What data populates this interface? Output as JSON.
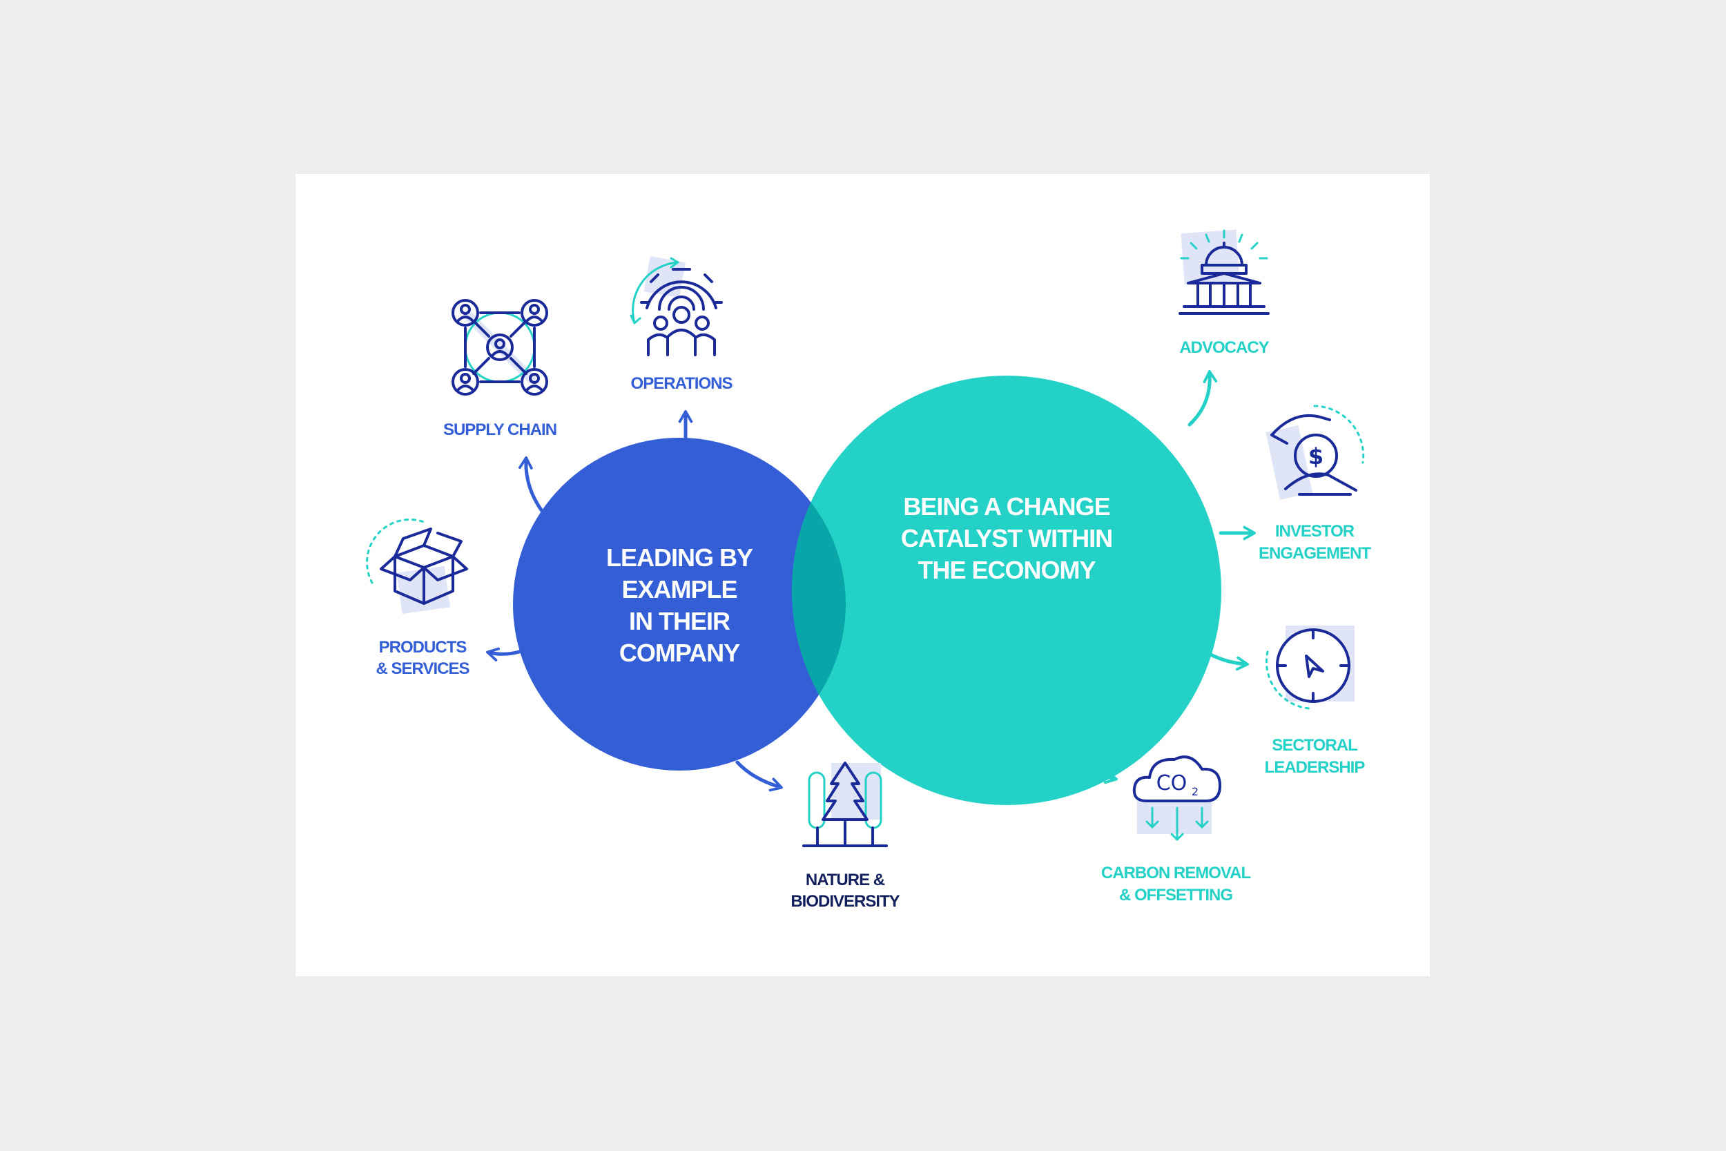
{
  "colors": {
    "background": "#efefef",
    "card": "#ffffff",
    "blue": "#335ed6",
    "teal": "#23d1c6",
    "overlap": "#0aa5a8",
    "navy": "#1a2a99",
    "text_dark": "#12205e",
    "shadow": "#dfe4f6"
  },
  "circles": {
    "left": {
      "lines": [
        "LEADING BY",
        "EXAMPLE",
        "IN THEIR",
        "COMPANY"
      ]
    },
    "right": {
      "lines": [
        "BEING A CHANGE",
        "CATALYST WITHIN",
        "THE ECONOMY"
      ]
    }
  },
  "nodes": {
    "supply_chain": {
      "lines": [
        "SUPPLY CHAIN"
      ],
      "icon": "network-people-icon"
    },
    "operations": {
      "lines": [
        "OPERATIONS"
      ],
      "icon": "gear-team-icon"
    },
    "products": {
      "lines": [
        "PRODUCTS",
        "& SERVICES"
      ],
      "icon": "open-box-icon"
    },
    "nature": {
      "lines": [
        "NATURE &",
        "BIODIVERSITY"
      ],
      "icon": "trees-icon"
    },
    "advocacy": {
      "lines": [
        "ADVOCACY"
      ],
      "icon": "capitol-building-icon"
    },
    "investor": {
      "lines": [
        "INVESTOR",
        "ENGAGEMENT"
      ],
      "icon": "hand-coin-icon"
    },
    "sectoral": {
      "lines": [
        "SECTORAL",
        "LEADERSHIP"
      ],
      "icon": "compass-icon"
    },
    "carbon": {
      "lines": [
        "CARBON REMOVAL",
        "& OFFSETTING"
      ],
      "icon": "co2-cloud-icon"
    }
  },
  "icon_text": {
    "co2": "CO",
    "co2_sub": "2",
    "dollar": "$"
  }
}
